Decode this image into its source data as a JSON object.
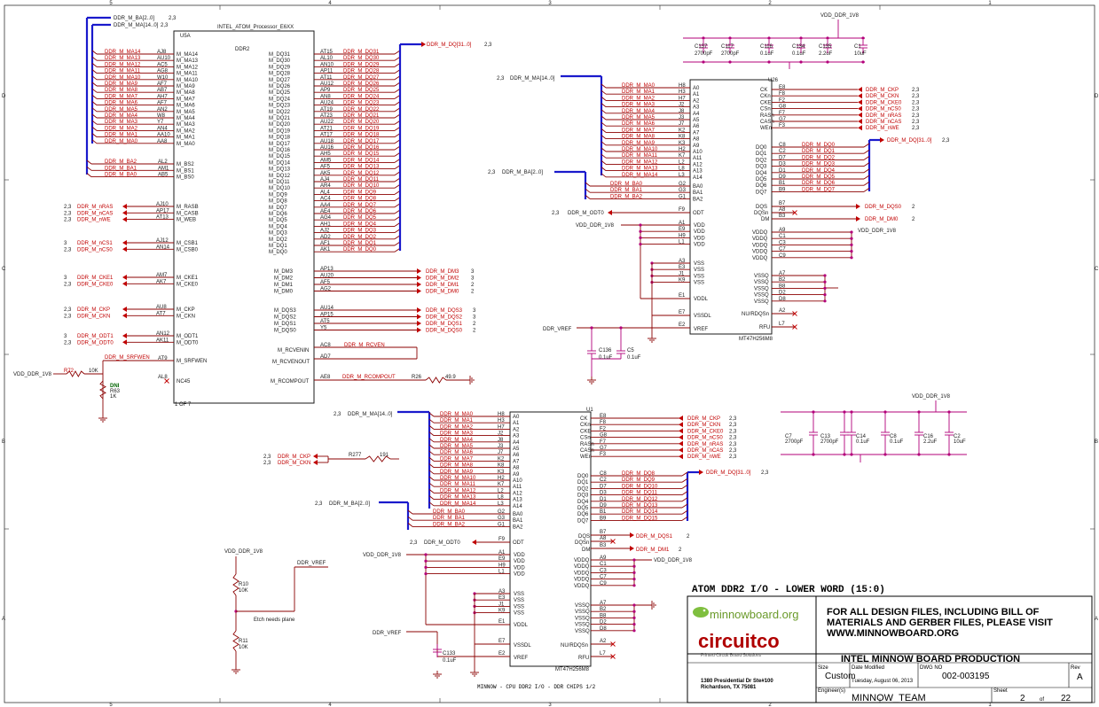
{
  "sheet": {
    "col_marks": [
      "5",
      "4",
      "3",
      "2",
      "1"
    ],
    "row_marks": [
      "D",
      "C",
      "B",
      "A"
    ]
  },
  "u5a": {
    "ref": "U5A",
    "title": "INTEL_ATOM_Processor_E6XX",
    "sub": "DDR2",
    "foot": "1 OF 7",
    "left_pins": [
      {
        "pin": "AJ8",
        "name": "M_MA14",
        "net": "DDR_M_MA14"
      },
      {
        "pin": "AU10",
        "name": "M_MA13",
        "net": "DDR_M_MA13"
      },
      {
        "pin": "AC5",
        "name": "M_MA12",
        "net": "DDR_M_MA12"
      },
      {
        "pin": "AG8",
        "name": "M_MA11",
        "net": "DDR_M_MA11"
      },
      {
        "pin": "W10",
        "name": "M_MA10",
        "net": "DDR_M_MA10"
      },
      {
        "pin": "AF7",
        "name": "M_MA9",
        "net": "DDR_M_MA9"
      },
      {
        "pin": "AB7",
        "name": "M_MA8",
        "net": "DDR_M_MA8"
      },
      {
        "pin": "AH7",
        "name": "M_MA7",
        "net": "DDR_M_MA7"
      },
      {
        "pin": "AF7",
        "name": "M_MA6",
        "net": "DDR_M_MA6"
      },
      {
        "pin": "AN2",
        "name": "M_MA5",
        "net": "DDR_M_MA5"
      },
      {
        "pin": "W8",
        "name": "M_MA4",
        "net": "DDR_M_MA4"
      },
      {
        "pin": "Y7",
        "name": "M_MA3",
        "net": "DDR_M_MA3"
      },
      {
        "pin": "AN4",
        "name": "M_MA2",
        "net": "DDR_M_MA2"
      },
      {
        "pin": "AA10",
        "name": "M_MA1",
        "net": "DDR_M_MA1"
      },
      {
        "pin": "AA8",
        "name": "M_MA0",
        "net": "DDR_M_MA0"
      }
    ],
    "bs_pins": [
      {
        "pin": "AL2",
        "name": "M_BS2",
        "net": "DDR_M_BA2"
      },
      {
        "pin": "AM1",
        "name": "M_BS1",
        "net": "DDR_M_BA1"
      },
      {
        "pin": "AB5",
        "name": "M_BS0",
        "net": "DDR_M_BA0"
      }
    ],
    "ctl_pins": [
      {
        "pin": "AJ10",
        "name": "M_RASB",
        "net": "DDR_M_nRAS",
        "pg": "2,3"
      },
      {
        "pin": "AP17",
        "name": "M_CASB",
        "net": "DDR_M_nCAS",
        "pg": "2,3"
      },
      {
        "pin": "AT13",
        "name": "M_WEB",
        "net": "DDR_M_nWE",
        "pg": "2,3"
      }
    ],
    "cs_pins": [
      {
        "pin": "AJ12",
        "name": "M_CSB1",
        "net": "DDR_M_nCS1",
        "pg": "3"
      },
      {
        "pin": "AN14",
        "name": "M_CSB0",
        "net": "DDR_M_nCS0",
        "pg": "2,3"
      }
    ],
    "cke_pins": [
      {
        "pin": "AM7",
        "name": "M_CKE1",
        "net": "DDR_M_CKE1",
        "pg": "3"
      },
      {
        "pin": "AK7",
        "name": "M_CKE0",
        "net": "DDR_M_CKE0",
        "pg": "2,3"
      }
    ],
    "ck_pins": [
      {
        "pin": "AU8",
        "name": "M_CKP",
        "net": "DDR_M_CKP",
        "pg": "2,3"
      },
      {
        "pin": "AT7",
        "name": "M_CKN",
        "net": "DDR_M_CKN",
        "pg": "2,3"
      }
    ],
    "odt_pins": [
      {
        "pin": "AN12",
        "name": "M_ODT1",
        "net": "DDR_M_ODT1",
        "pg": "3"
      },
      {
        "pin": "AK11",
        "name": "M_ODT0",
        "net": "DDR_M_ODT0",
        "pg": "2,3"
      }
    ],
    "srf": {
      "pin": "AT9",
      "name": "M_SRFWEN",
      "net": "DDR_M_SRFWEN"
    },
    "nc": {
      "pin": "AL8",
      "name": "NC45"
    },
    "dq_pins": [
      {
        "pin": "AT15",
        "name": "M_DQ31",
        "net": "DDR_M_DQ31"
      },
      {
        "pin": "AL10",
        "name": "M_DQ30",
        "net": "DDR_M_DQ30"
      },
      {
        "pin": "AN10",
        "name": "M_DQ29",
        "net": "DDR_M_DQ29"
      },
      {
        "pin": "AP11",
        "name": "M_DQ28",
        "net": "DDR_M_DQ28"
      },
      {
        "pin": "AT11",
        "name": "M_DQ27",
        "net": "DDR_M_DQ27"
      },
      {
        "pin": "AU12",
        "name": "M_DQ26",
        "net": "DDR_M_DQ26"
      },
      {
        "pin": "AP9",
        "name": "M_DQ25",
        "net": "DDR_M_DQ25"
      },
      {
        "pin": "AN8",
        "name": "M_DQ24",
        "net": "DDR_M_DQ24"
      },
      {
        "pin": "AU24",
        "name": "M_DQ23",
        "net": "DDR_M_DQ23"
      },
      {
        "pin": "AT19",
        "name": "M_DQ22",
        "net": "DDR_M_DQ22"
      },
      {
        "pin": "AT23",
        "name": "M_DQ21",
        "net": "DDR_M_DQ21"
      },
      {
        "pin": "AU22",
        "name": "M_DQ20",
        "net": "DDR_M_DQ20"
      },
      {
        "pin": "AT21",
        "name": "M_DQ19",
        "net": "DDR_M_DQ19"
      },
      {
        "pin": "AT17",
        "name": "M_DQ18",
        "net": "DDR_M_DQ18"
      },
      {
        "pin": "AU18",
        "name": "M_DQ17",
        "net": "DDR_M_DQ17"
      },
      {
        "pin": "AU16",
        "name": "M_DQ16",
        "net": "DDR_M_DQ16"
      },
      {
        "pin": "AH5",
        "name": "M_DQ15",
        "net": "DDR_M_DQ15"
      },
      {
        "pin": "AM5",
        "name": "M_DQ14",
        "net": "DDR_M_DQ14"
      },
      {
        "pin": "AF5",
        "name": "M_DQ13",
        "net": "DDR_M_DQ13"
      },
      {
        "pin": "AK5",
        "name": "M_DQ12",
        "net": "DDR_M_DQ12"
      },
      {
        "pin": "AJ4",
        "name": "M_DQ11",
        "net": "DDR_M_DQ11"
      },
      {
        "pin": "AR4",
        "name": "M_DQ10",
        "net": "DDR_M_DQ10"
      },
      {
        "pin": "AL4",
        "name": "M_DQ9",
        "net": "DDR_M_DQ9"
      },
      {
        "pin": "AC4",
        "name": "M_DQ8",
        "net": "DDR_M_DQ8"
      },
      {
        "pin": "AA4",
        "name": "M_DQ7",
        "net": "DDR_M_DQ7"
      },
      {
        "pin": "AE4",
        "name": "M_DQ6",
        "net": "DDR_M_DQ6"
      },
      {
        "pin": "AG4",
        "name": "M_DQ5",
        "net": "DDR_M_DQ5"
      },
      {
        "pin": "AH1",
        "name": "M_DQ4",
        "net": "DDR_M_DQ4"
      },
      {
        "pin": "AJ2",
        "name": "M_DQ3",
        "net": "DDR_M_DQ3"
      },
      {
        "pin": "AD2",
        "name": "M_DQ2",
        "net": "DDR_M_DQ2"
      },
      {
        "pin": "AF1",
        "name": "M_DQ1",
        "net": "DDR_M_DQ1"
      },
      {
        "pin": "AK1",
        "name": "M_DQ0",
        "net": "DDR_M_DQ0"
      }
    ],
    "dm_pins": [
      {
        "pin": "AP13",
        "name": "M_DM3",
        "net": "DDR_M_DM3",
        "pg": "3"
      },
      {
        "pin": "AU20",
        "name": "M_DM2",
        "net": "DDR_M_DM2",
        "pg": "3"
      },
      {
        "pin": "AF5",
        "name": "M_DM1",
        "net": "DDR_M_DM1",
        "pg": "2"
      },
      {
        "pin": "AG2",
        "name": "M_DM0",
        "net": "DDR_M_DM0",
        "pg": "2"
      }
    ],
    "dqs_pins": [
      {
        "pin": "AU14",
        "name": "M_DQS3",
        "net": "DDR_M_DQS3",
        "pg": "3"
      },
      {
        "pin": "AP15",
        "name": "M_DQS2",
        "net": "DDR_M_DQS2",
        "pg": "3"
      },
      {
        "pin": "AT5",
        "name": "M_DQS1",
        "net": "DDR_M_DQS1",
        "pg": "2"
      },
      {
        "pin": "Y5",
        "name": "M_DQS0",
        "net": "DDR_M_DQS0",
        "pg": "2"
      }
    ],
    "rcv_pins": [
      {
        "pin": "AC8",
        "name": "M_RCVENIN",
        "net": "DDR_M_RCVEN"
      },
      {
        "pin": "AD7",
        "name": "M_RCVENOUT",
        "net": ""
      }
    ],
    "rcomp": {
      "pin": "AE8",
      "name": "M_RCOMPOUT",
      "net": "DDR_M_RCOMPOUT"
    }
  },
  "buses": {
    "ba_top": "DDR_M_BA[2..0]",
    "ma_top": "DDR_M_MA[14..0]",
    "pg": "2,3",
    "dq_top": "DDR_M_DQ[31..0]"
  },
  "passives": {
    "r72": {
      "ref": "R72",
      "val": "10K"
    },
    "r63": {
      "ref": "R63",
      "val": "1K",
      "dni": "DNI"
    },
    "r26": {
      "ref": "R26",
      "val": "49.9"
    },
    "r277": {
      "ref": "R277",
      "val": "191"
    },
    "r10": {
      "ref": "R10",
      "val": "10K"
    },
    "r11": {
      "ref": "R11",
      "val": "10K"
    },
    "c133": {
      "ref": "C133",
      "val": "0.1uF"
    },
    "c136": {
      "ref": "C136",
      "val": "0.1uF"
    },
    "c5": {
      "ref": "C5",
      "val": "0.1uF"
    }
  },
  "power": {
    "vdd": "VDD_DDR_1V8",
    "vref": "DDR_VREF"
  },
  "top_caps": [
    {
      "ref": "C137",
      "val": "2700pF"
    },
    {
      "ref": "C117",
      "val": "2700pF"
    },
    {
      "ref": "C116",
      "val": "0.1uF"
    },
    {
      "ref": "C134",
      "val": "0.1uF"
    },
    {
      "ref": "C135",
      "val": "2.2uF"
    },
    {
      "ref": "C1",
      "val": "10uF"
    }
  ],
  "bot_caps": [
    {
      "ref": "C7",
      "val": "2700pF"
    },
    {
      "ref": "C13",
      "val": "2700pF"
    },
    {
      "ref": "C14",
      "val": "0.1uF"
    },
    {
      "ref": "C8",
      "val": "0.1uF"
    },
    {
      "ref": "C16",
      "val": "2.2uF"
    },
    {
      "ref": "C2",
      "val": "10uF"
    }
  ],
  "u26": {
    "ref": "U26",
    "part": "MT47H256M8",
    "addr": [
      {
        "pin": "H8",
        "name": "A0",
        "net": "DDR_M_MA0"
      },
      {
        "pin": "H3",
        "name": "A1",
        "net": "DDR_M_MA1"
      },
      {
        "pin": "H7",
        "name": "A2",
        "net": "DDR_M_MA2"
      },
      {
        "pin": "J2",
        "name": "A3",
        "net": "DDR_M_MA3"
      },
      {
        "pin": "J8",
        "name": "A4",
        "net": "DDR_M_MA4"
      },
      {
        "pin": "J3",
        "name": "A5",
        "net": "DDR_M_MA5"
      },
      {
        "pin": "J7",
        "name": "A6",
        "net": "DDR_M_MA6"
      },
      {
        "pin": "K2",
        "name": "A7",
        "net": "DDR_M_MA7"
      },
      {
        "pin": "K8",
        "name": "A8",
        "net": "DDR_M_MA8"
      },
      {
        "pin": "K3",
        "name": "A9",
        "net": "DDR_M_MA9"
      },
      {
        "pin": "H2",
        "name": "A10",
        "net": "DDR_M_MA10"
      },
      {
        "pin": "K7",
        "name": "A11",
        "net": "DDR_M_MA11"
      },
      {
        "pin": "L2",
        "name": "A12",
        "net": "DDR_M_MA12"
      },
      {
        "pin": "L8",
        "name": "A13",
        "net": "DDR_M_MA13"
      },
      {
        "pin": "L3",
        "name": "A14",
        "net": "DDR_M_MA14"
      }
    ],
    "ba": [
      {
        "pin": "G2",
        "name": "BA0",
        "net": "DDR_M_BA0"
      },
      {
        "pin": "G3",
        "name": "BA1",
        "net": "DDR_M_BA1"
      },
      {
        "pin": "G1",
        "name": "BA2",
        "net": "DDR_M_BA2"
      }
    ],
    "ctl": [
      {
        "pin": "E8",
        "name": "CK",
        "net": "DDR_M_CKP"
      },
      {
        "pin": "F8",
        "name": "CKn",
        "net": "DDR_M_CKN"
      },
      {
        "pin": "F2",
        "name": "CKE",
        "net": "DDR_M_CKE0"
      },
      {
        "pin": "G8",
        "name": "CSn",
        "net": "DDR_M_nCS0"
      },
      {
        "pin": "F7",
        "name": "RASn",
        "net": "DDR_M_nRAS"
      },
      {
        "pin": "G7",
        "name": "CASn",
        "net": "DDR_M_nCAS"
      },
      {
        "pin": "F3",
        "name": "WEn",
        "net": "DDR_M_nWE"
      }
    ],
    "dq": [
      {
        "pin": "C8",
        "name": "DQ0",
        "net": "DDR_M_DQ0"
      },
      {
        "pin": "C2",
        "name": "DQ1",
        "net": "DDR_M_DQ1"
      },
      {
        "pin": "D7",
        "name": "DQ2",
        "net": "DDR_M_DQ2"
      },
      {
        "pin": "D3",
        "name": "DQ3",
        "net": "DDR_M_DQ3"
      },
      {
        "pin": "D1",
        "name": "DQ4",
        "net": "DDR_M_DQ4"
      },
      {
        "pin": "D9",
        "name": "DQ5",
        "net": "DDR_M_DQ5"
      },
      {
        "pin": "B1",
        "name": "DQ6",
        "net": "DDR_M_DQ6"
      },
      {
        "pin": "B9",
        "name": "DQ7",
        "net": "DDR_M_DQ7"
      }
    ],
    "dqs": [
      {
        "pin": "B7",
        "name": "DQS",
        "net": "DDR_M_DQS0",
        "pg": "2"
      },
      {
        "pin": "A8",
        "name": "DQSn",
        "net": ""
      },
      {
        "pin": "B3",
        "name": "DM",
        "net": "DDR_M_DM0",
        "pg": "2"
      }
    ],
    "odt": {
      "pin": "F9",
      "name": "ODT",
      "net": "DDR_M_ODT0",
      "pg": "2,3"
    },
    "vdd": [
      {
        "pin": "A1",
        "name": "VDD"
      },
      {
        "pin": "E9",
        "name": "VDD"
      },
      {
        "pin": "H9",
        "name": "VDD"
      },
      {
        "pin": "L1",
        "name": "VDD"
      }
    ],
    "vss": [
      {
        "pin": "A3",
        "name": "VSS"
      },
      {
        "pin": "E3",
        "name": "VSS"
      },
      {
        "pin": "J1",
        "name": "VSS"
      },
      {
        "pin": "K9",
        "name": "VSS"
      }
    ],
    "vddl": {
      "pin": "E1",
      "name": "VDDL"
    },
    "vssdl": {
      "pin": "E7",
      "name": "VSSDL"
    },
    "vref": {
      "pin": "E2",
      "name": "VREF"
    },
    "vddq": [
      {
        "pin": "A9",
        "name": "VDDQ"
      },
      {
        "pin": "C1",
        "name": "VDDQ"
      },
      {
        "pin": "C3",
        "name": "VDDQ"
      },
      {
        "pin": "C7",
        "name": "VDDQ"
      },
      {
        "pin": "C9",
        "name": "VDDQ"
      }
    ],
    "vssq": [
      {
        "pin": "A7",
        "name": "VSSQ"
      },
      {
        "pin": "B2",
        "name": "VSSQ"
      },
      {
        "pin": "B8",
        "name": "VSSQ"
      },
      {
        "pin": "D2",
        "name": "VSSQ"
      },
      {
        "pin": "D8",
        "name": "VSSQ"
      }
    ],
    "nu": {
      "pin": "A2",
      "name": "NU/RDQSn"
    },
    "rfu": {
      "pin": "L7",
      "name": "RFU"
    }
  },
  "u1": {
    "ref": "U1",
    "part": "MT47H256M8",
    "ctl": [
      {
        "pin": "E8",
        "name": "CK",
        "net": "DDR_M_CKP"
      },
      {
        "pin": "F8",
        "name": "CKn",
        "net": "DDR_M_CKN"
      },
      {
        "pin": "F2",
        "name": "CKE",
        "net": "DDR_M_CKE0"
      },
      {
        "pin": "G8",
        "name": "CSn",
        "net": "DDR_M_nCS0"
      },
      {
        "pin": "F7",
        "name": "RASn",
        "net": "DDR_M_nRAS"
      },
      {
        "pin": "G7",
        "name": "CASn",
        "net": "DDR_M_nCAS"
      },
      {
        "pin": "F3",
        "name": "WEn",
        "net": "DDR_M_nWE"
      }
    ],
    "dq": [
      {
        "pin": "C8",
        "name": "DQ0",
        "net": "DDR_M_DQ8"
      },
      {
        "pin": "C2",
        "name": "DQ1",
        "net": "DDR_M_DQ9"
      },
      {
        "pin": "D7",
        "name": "DQ2",
        "net": "DDR_M_DQ10"
      },
      {
        "pin": "D3",
        "name": "DQ3",
        "net": "DDR_M_DQ11"
      },
      {
        "pin": "D1",
        "name": "DQ4",
        "net": "DDR_M_DQ12"
      },
      {
        "pin": "D9",
        "name": "DQ5",
        "net": "DDR_M_DQ13"
      },
      {
        "pin": "B1",
        "name": "DQ6",
        "net": "DDR_M_DQ14"
      },
      {
        "pin": "B9",
        "name": "DQ7",
        "net": "DDR_M_DQ15"
      }
    ],
    "dqs": [
      {
        "pin": "B7",
        "name": "DQS",
        "net": "DDR_M_DQS1",
        "pg": "2"
      },
      {
        "pin": "A8",
        "name": "DQSn",
        "net": ""
      },
      {
        "pin": "B3",
        "name": "DM",
        "net": "DDR_M_DM1",
        "pg": "2"
      }
    ]
  },
  "notes": {
    "etch": "Etch needs plane",
    "bottom": "MINNOW - CPU DDR2 I/O - DDR CHIPS 1/2"
  },
  "title_block": {
    "heading": "ATOM DDR2 I/O - LOWER WORD (15:0)",
    "logo1": "minnowboard.org",
    "logo2": "circuitco",
    "logo2_sub": "Printed Circuit Board Solutions",
    "notice": [
      "FOR ALL DESIGN FILES, INCLUDING BILL OF",
      "MATERIALS AND GERBER FILES, PLEASE VISIT",
      "WWW.MINNOWBOARD.ORG"
    ],
    "title": "INTEL MINNOW BOARD PRODUCTION",
    "size_lbl": "Size",
    "size": "Custom",
    "date_lbl": "Date Modified",
    "date": "Tuesday, August 06, 2013",
    "dwg_lbl": "DWG NO",
    "dwg": "002-003195",
    "rev_lbl": "Rev",
    "rev": "A",
    "addr1": "1380 Presidential Dr Ste#100",
    "addr2": "Richardson, TX 75081",
    "eng_lbl": "Engineer(s)",
    "eng": "MINNOW_TEAM",
    "sheet_lbl": "Sheet",
    "sheet": "2",
    "of": "of",
    "sheets": "22"
  }
}
